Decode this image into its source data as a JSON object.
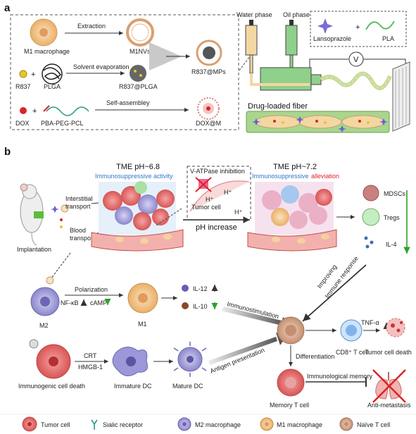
{
  "panel_a": {
    "label": "a",
    "m1_macrophage": "M1 macrophage",
    "extraction": "Extraction",
    "m1nvs": "M1NVs",
    "r837_mps": "R837@MPs",
    "r837": "R837",
    "plus1": "+",
    "plga": "PLGA",
    "solvent_evaporation": "Solvent evaporation",
    "r837_plga": "R837@PLGA",
    "dox": "DOX",
    "plus2": "+",
    "pba_peg_pcl": "PBA-PEG-PCL",
    "self_assembly": "Self-assembley",
    "dox_m": "DOX@M",
    "water_phase": "Water phase",
    "oil_phase": "Oil phase",
    "lansoprazole": "Lansoprazole",
    "plus3": "+",
    "pla": "PLA",
    "voltage": "V",
    "drug_loaded_fiber": "Drug-loaded fiber"
  },
  "panel_b": {
    "label": "b",
    "tme_left": "TME pH~6.8",
    "immuno_activity": "Immunosuppressive activity",
    "vatpase": "V-ATPase inhibition",
    "hplus": "H⁺",
    "tumor_cell_small": "Tumor cell",
    "tme_right": "TME pH~7.2",
    "immuno_word": "Immunosuppressive",
    "alleviation": "alleviation",
    "interstitial": "Interstitial",
    "transport1": "transport",
    "blood": "Blood",
    "transport2": "transport",
    "implantation": "Implantation",
    "ph_increase": "pH increase",
    "mdscs": "MDSCs",
    "tregs": "Tregs",
    "il4": "IL-4",
    "improving": "Improving",
    "immune_response": "Immune response",
    "polarization": "Polarization",
    "nfkb": "NF-κB",
    "camp": "cAMP",
    "m2": "M2",
    "m1": "M1",
    "il12": "IL-12",
    "il10": "IL-10",
    "immunostimulation": "Immunostimulation",
    "crt": "CRT",
    "hmgb1": "HMGB-1",
    "antigen_presentation": "Antigen presentation",
    "tnfa": "TNF-α",
    "cd8": "CD8⁺ T cell",
    "tumor_death": "Tumor cell death",
    "differentiation": "Differentiation",
    "immuno_memory": "Immunological memory",
    "icd": "Immunogenic cell death",
    "immature_dc": "Immature DC",
    "mature_dc": "Mature DC",
    "memory_t": "Memory T cell",
    "anti_metastasis": "Anti-metastasis"
  },
  "legend": {
    "tumor_cell": "Tumor cell",
    "sialic_receptor": "Sialic receptor",
    "m2_macrophage": "M2 macrophage",
    "m1_macrophage": "M1 macrophage",
    "naive_t": "Naïve T cell"
  },
  "colors": {
    "macrophage_m1": "#f4c98b",
    "macrophage_m2": "#a9a6dc",
    "tumor": "#e86b6b",
    "naive_t": "#d9a88c",
    "cd8": "#7fb4ea",
    "treg": "#a9e0a3",
    "fiber_green": "#a8d68e",
    "fiber_tan": "#f3d7a3"
  }
}
